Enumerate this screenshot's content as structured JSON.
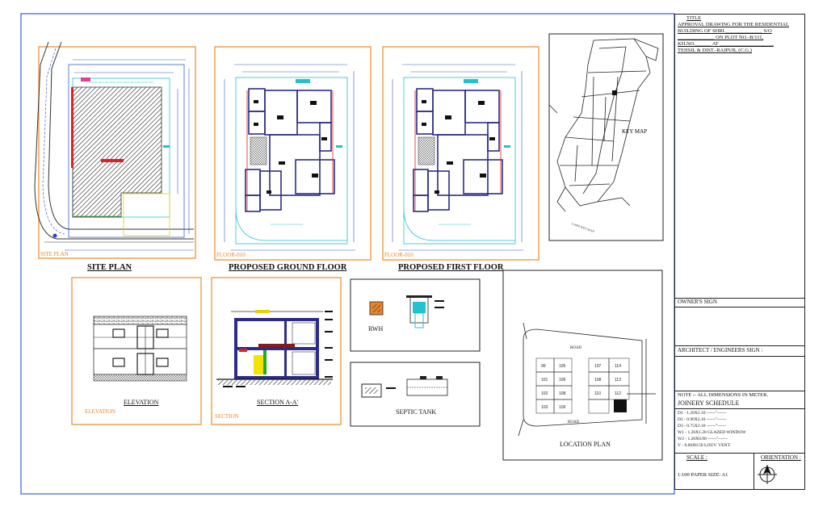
{
  "labels": {
    "site_plan": "SITE PLAN",
    "ground_floor": "PROPOSED GROUND FLOOR",
    "first_floor": "PROPOSED FIRST FLOOR",
    "elevation": "ELEVATION",
    "section_aa": "SECTION A-A'",
    "septic_tank": "SEPTIC TANK",
    "rwh": "RWH",
    "location_plan": "LOCATION PLAN",
    "key_map": "KEY MAP",
    "road": "ROAD",
    "site_plan_small": "SITE PLAN",
    "floor_small_1": "FLOOR-010",
    "floor_small_2": "FLOOR-010",
    "elevation_small": "ELEVATION",
    "section_small": "SECTION"
  },
  "location_plots": [
    "99",
    "105",
    "101",
    "106",
    "102",
    "108",
    "103",
    "109",
    "107",
    "114",
    "108",
    "113",
    "110",
    "112"
  ],
  "title_block": {
    "title": "TITLE",
    "line1": "APPROVAL DRAWING FOR THE RESIDENTIAL",
    "line2": "BUILDING OF SHRI.______________ S/O",
    "line3": "______________ ON PLOT NO.-B/111,",
    "line4": "KH.NO.______ AT ____________________,",
    "line5": "TEHSIL & DIST.-RAIPUR, (C.G.)",
    "owner_sign": "OWNER'S SIGN",
    "architect_sign": "ARCHITECT / ENGINEERS SIGN :",
    "note": "NOTE :-   ALL DIMENSIONS IN METER.",
    "joinery_title": "JOINERY SCHEDULE",
    "joinery": [
      "D1 - 1.20X2.10  ------\"------",
      "D2 - 0.90X2.10  ------\"------",
      "D3 - 0.75X2.10  ------\"------",
      "W1 - 1.20X1.20 GLAZED WINDOW",
      "W2 - 1.20X0.90  ------\"------",
      "V  - 0.60X0.50 LOUV. VENT."
    ],
    "scale_label": "SCALE :",
    "scale_value": "1:100  PAPER SIZE: A1",
    "orientation_label": "ORIENTATION :"
  },
  "colors": {
    "frame": "#3a5fcd",
    "panel": "#f0a050",
    "hatch": "#333333",
    "wall": "#2b2b8a",
    "cyan": "#22c3d0",
    "red": "#e02020",
    "green": "#22aa22",
    "yellow": "#f2e400"
  }
}
